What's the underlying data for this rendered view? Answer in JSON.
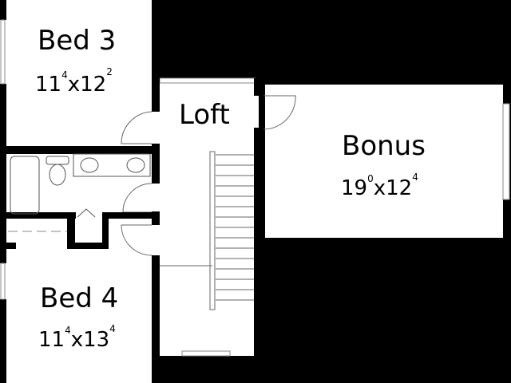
{
  "rooms": {
    "bed3": {
      "name": "Bed 3",
      "w": "11",
      "w_in": "4",
      "x": "x",
      "l": "12",
      "l_in": "2"
    },
    "loft": {
      "name": "Loft"
    },
    "bonus": {
      "name": "Bonus",
      "w": "19",
      "w_in": "0",
      "x": "x",
      "l": "12",
      "l_in": "4"
    },
    "bed4": {
      "name": "Bed 4",
      "w": "11",
      "w_in": "4",
      "x": "x",
      "l": "13",
      "l_in": "4"
    }
  },
  "colors": {
    "wall": "#000000",
    "floor": "#ffffff",
    "fixture": "#555555"
  }
}
